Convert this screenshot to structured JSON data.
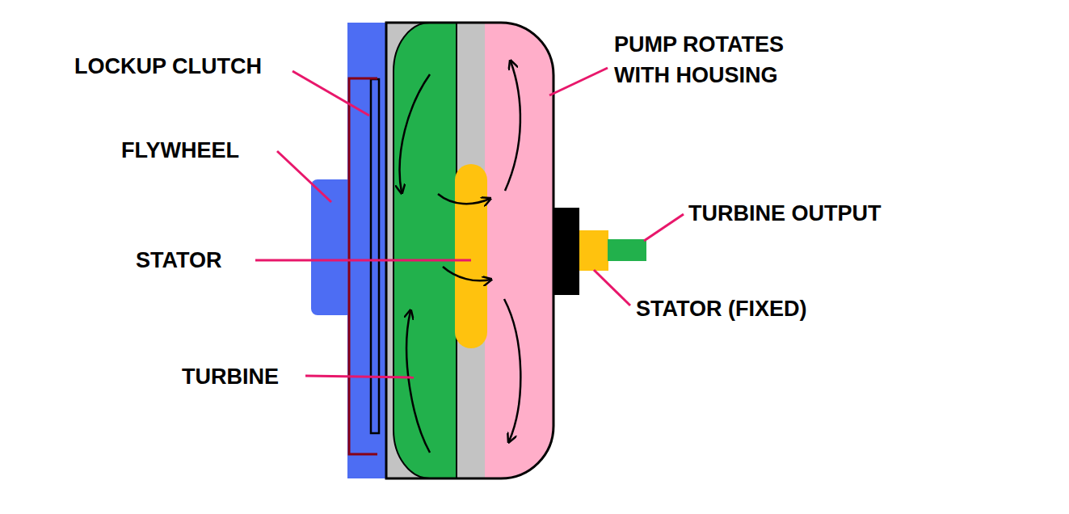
{
  "diagram": {
    "labels": [
      "LOCKUP CLUTCH",
      "FLYWHEEL",
      "STATOR",
      "TURBINE",
      "PUMP ROTATES WITH HOUSING",
      "TURBINE OUTPUT",
      "STATOR (FIXED)"
    ]
  }
}
